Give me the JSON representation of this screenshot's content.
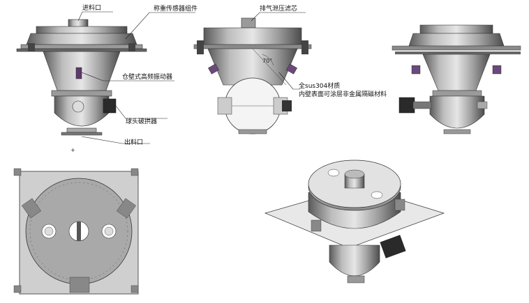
{
  "labels": {
    "feed_inlet": "进料口",
    "weighing_sensor": "称重传感器组件",
    "wall_vibrator": "仓壁式高频振动器",
    "ball_valve": "球头破拱器",
    "discharge": "出料口",
    "exhaust_filter": "排气泄压滤芯",
    "material_line1": "全sus304材质",
    "material_line2": "内壁表面可涂层非金属隔磁材料",
    "angle": "70°"
  }
}
